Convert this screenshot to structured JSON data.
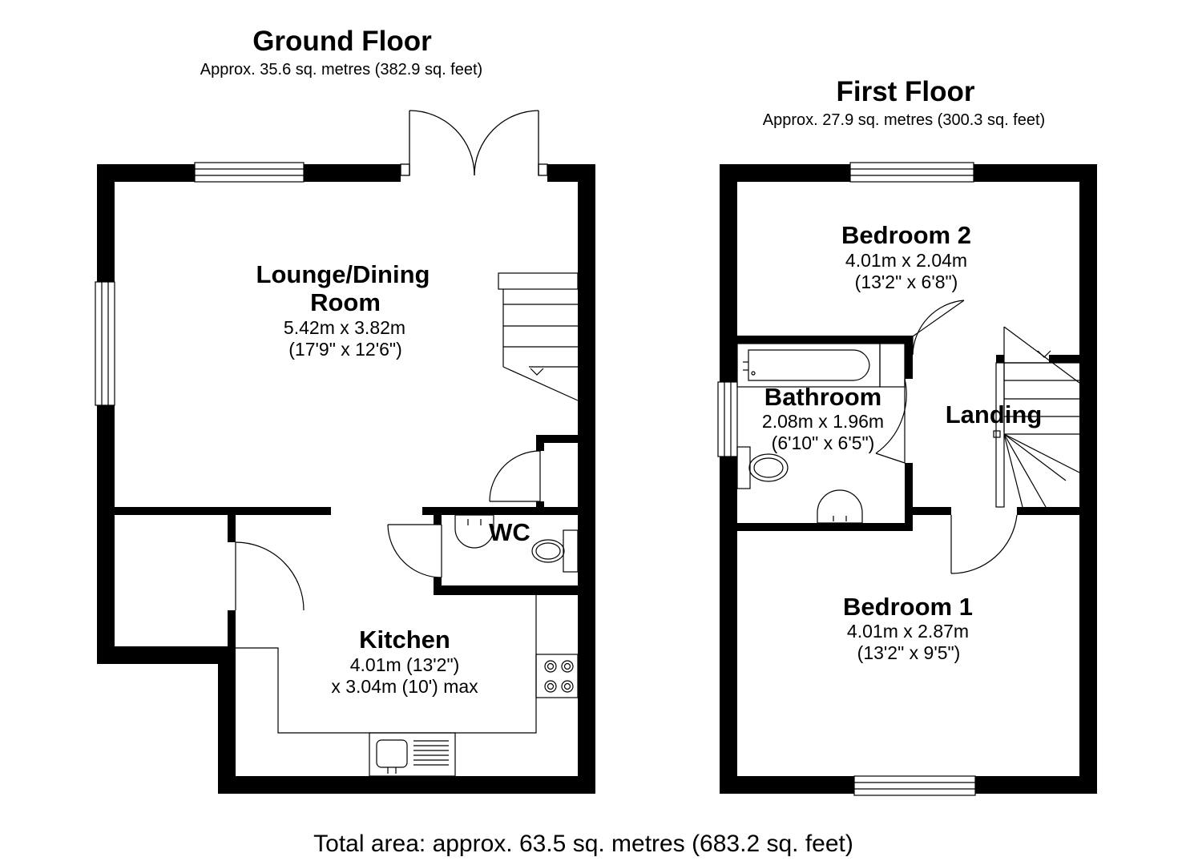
{
  "ground_floor": {
    "title": "Ground Floor",
    "area": "Approx. 35.6 sq. metres (382.9 sq. feet)",
    "rooms": {
      "lounge": {
        "name_line1": "Lounge/Dining",
        "name_line2": "Room",
        "dim_metric": "5.42m x 3.82m",
        "dim_imperial": "(17'9\" x 12'6\")"
      },
      "wc": {
        "name": "WC"
      },
      "kitchen": {
        "name": "Kitchen",
        "dim_line1": "4.01m (13'2\")",
        "dim_line2": "x 3.04m (10') max"
      }
    }
  },
  "first_floor": {
    "title": "First Floor",
    "area": "Approx. 27.9 sq. metres (300.3 sq. feet)",
    "rooms": {
      "bedroom2": {
        "name": "Bedroom 2",
        "dim_metric": "4.01m x 2.04m",
        "dim_imperial": "(13'2\" x 6'8\")"
      },
      "bathroom": {
        "name": "Bathroom",
        "dim_metric": "2.08m x 1.96m",
        "dim_imperial": "(6'10\" x 6'5\")"
      },
      "landing": {
        "name": "Landing"
      },
      "bedroom1": {
        "name": "Bedroom 1",
        "dim_metric": "4.01m x 2.87m",
        "dim_imperial": "(13'2\" x 9'5\")"
      }
    }
  },
  "total_area": "Total area: approx. 63.5 sq. metres (683.2 sq. feet)"
}
